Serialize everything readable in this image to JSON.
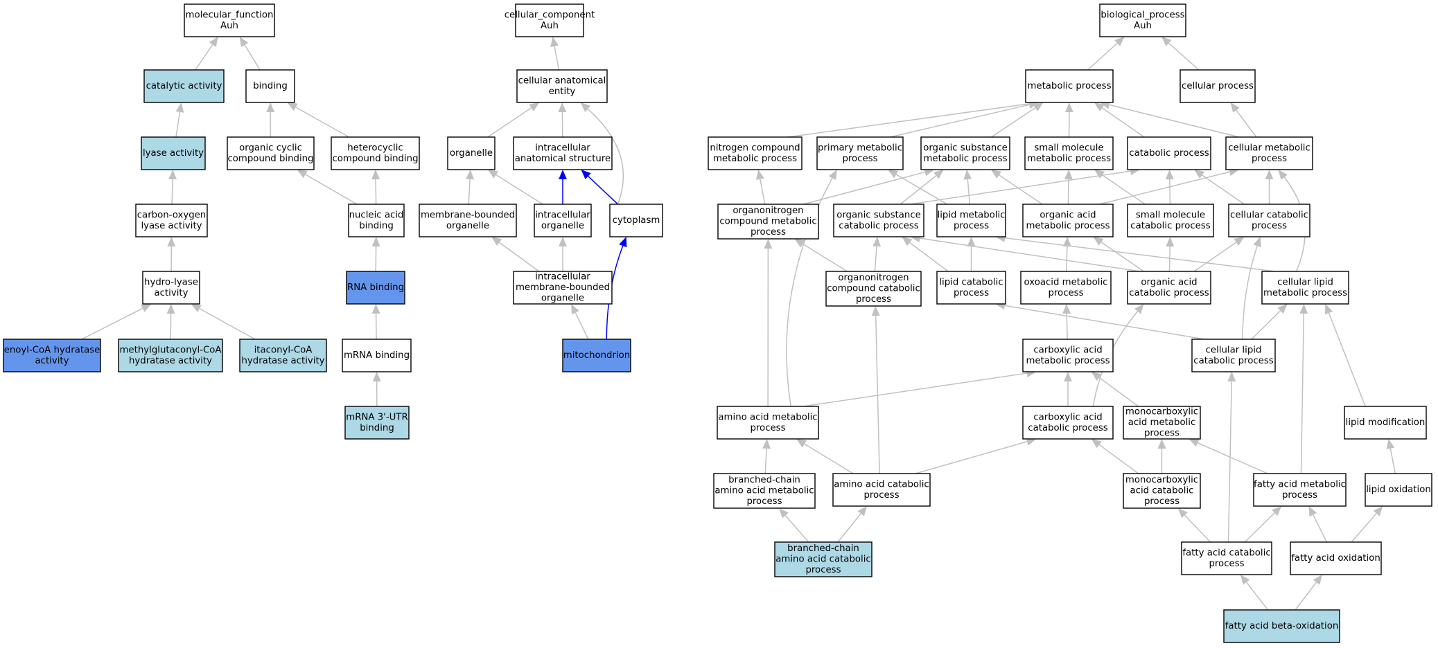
{
  "style": {
    "colors": {
      "white": "#ffffff",
      "light": "#add8e6",
      "blue": "#6495ed",
      "edge_gray": "#c0c0c0",
      "edge_blue": "#0000ff"
    }
  },
  "nodes": [
    {
      "id": "mf",
      "lines": [
        "molecular_function",
        "Auh"
      ],
      "fill": "white"
    },
    {
      "id": "catalytic",
      "lines": [
        "catalytic activity"
      ],
      "fill": "light"
    },
    {
      "id": "binding",
      "lines": [
        "binding"
      ],
      "fill": "white"
    },
    {
      "id": "lyase",
      "lines": [
        "lyase activity"
      ],
      "fill": "light"
    },
    {
      "id": "org_cyclic",
      "lines": [
        "organic cyclic",
        "compound binding"
      ],
      "fill": "white"
    },
    {
      "id": "hetero",
      "lines": [
        "heterocyclic",
        "compound binding"
      ],
      "fill": "white"
    },
    {
      "id": "co_lyase",
      "lines": [
        "carbon-oxygen",
        "lyase activity"
      ],
      "fill": "white"
    },
    {
      "id": "nucleic",
      "lines": [
        "nucleic acid",
        "binding"
      ],
      "fill": "white"
    },
    {
      "id": "hydro",
      "lines": [
        "hydro-lyase",
        "activity"
      ],
      "fill": "white"
    },
    {
      "id": "rna",
      "lines": [
        "RNA binding"
      ],
      "fill": "blue"
    },
    {
      "id": "enoyl",
      "lines": [
        "enoyl-CoA hydratase",
        "activity"
      ],
      "fill": "blue"
    },
    {
      "id": "methylglut",
      "lines": [
        "methylglutaconyl-CoA",
        "hydratase activity"
      ],
      "fill": "light"
    },
    {
      "id": "itaconyl",
      "lines": [
        "itaconyl-CoA",
        "hydratase activity"
      ],
      "fill": "light"
    },
    {
      "id": "mrna",
      "lines": [
        "mRNA binding"
      ],
      "fill": "white"
    },
    {
      "id": "mrna3",
      "lines": [
        "mRNA 3'-UTR",
        "binding"
      ],
      "fill": "light"
    },
    {
      "id": "cc",
      "lines": [
        "cellular_component",
        "Auh"
      ],
      "fill": "white"
    },
    {
      "id": "cae",
      "lines": [
        "cellular anatomical",
        "entity"
      ],
      "fill": "white"
    },
    {
      "id": "organelle",
      "lines": [
        "organelle"
      ],
      "fill": "white"
    },
    {
      "id": "ias",
      "lines": [
        "intracellular",
        "anatomical structure"
      ],
      "fill": "white"
    },
    {
      "id": "mbo",
      "lines": [
        "membrane-bounded",
        "organelle"
      ],
      "fill": "white"
    },
    {
      "id": "io",
      "lines": [
        "intracellular",
        "organelle"
      ],
      "fill": "white"
    },
    {
      "id": "cytoplasm",
      "lines": [
        "cytoplasm"
      ],
      "fill": "white"
    },
    {
      "id": "imbo",
      "lines": [
        "intracellular",
        "membrane-bounded",
        "organelle"
      ],
      "fill": "white"
    },
    {
      "id": "mito",
      "lines": [
        "mitochondrion"
      ],
      "fill": "blue"
    },
    {
      "id": "bp",
      "lines": [
        "biological_process",
        "Auh"
      ],
      "fill": "white"
    },
    {
      "id": "metab",
      "lines": [
        "metabolic process"
      ],
      "fill": "white"
    },
    {
      "id": "cellproc",
      "lines": [
        "cellular process"
      ],
      "fill": "white"
    },
    {
      "id": "ncmp",
      "lines": [
        "nitrogen compound",
        "metabolic process"
      ],
      "fill": "white"
    },
    {
      "id": "pmp",
      "lines": [
        "primary metabolic",
        "process"
      ],
      "fill": "white"
    },
    {
      "id": "osmp",
      "lines": [
        "organic substance",
        "metabolic process"
      ],
      "fill": "white"
    },
    {
      "id": "smmp",
      "lines": [
        "small molecule",
        "metabolic process"
      ],
      "fill": "white"
    },
    {
      "id": "catab",
      "lines": [
        "catabolic process"
      ],
      "fill": "white"
    },
    {
      "id": "cmp",
      "lines": [
        "cellular metabolic",
        "process"
      ],
      "fill": "white"
    },
    {
      "id": "oncmp",
      "lines": [
        "organonitrogen",
        "compound metabolic",
        "process"
      ],
      "fill": "white"
    },
    {
      "id": "oscp",
      "lines": [
        "organic substance",
        "catabolic process"
      ],
      "fill": "white"
    },
    {
      "id": "lmp",
      "lines": [
        "lipid metabolic",
        "process"
      ],
      "fill": "white"
    },
    {
      "id": "oamp",
      "lines": [
        "organic acid",
        "metabolic process"
      ],
      "fill": "white"
    },
    {
      "id": "smcp",
      "lines": [
        "small molecule",
        "catabolic process"
      ],
      "fill": "white"
    },
    {
      "id": "ccp",
      "lines": [
        "cellular catabolic",
        "process"
      ],
      "fill": "white"
    },
    {
      "id": "onccp",
      "lines": [
        "organonitrogen",
        "compound catabolic",
        "process"
      ],
      "fill": "white"
    },
    {
      "id": "lcp",
      "lines": [
        "lipid catabolic",
        "process"
      ],
      "fill": "white"
    },
    {
      "id": "oxmp",
      "lines": [
        "oxoacid metabolic",
        "process"
      ],
      "fill": "white"
    },
    {
      "id": "oacp",
      "lines": [
        "organic acid",
        "catabolic process"
      ],
      "fill": "white"
    },
    {
      "id": "clmp",
      "lines": [
        "cellular lipid",
        "metabolic process"
      ],
      "fill": "white"
    },
    {
      "id": "camp",
      "lines": [
        "carboxylic acid",
        "metabolic process"
      ],
      "fill": "white"
    },
    {
      "id": "clcp",
      "lines": [
        "cellular lipid",
        "catabolic process"
      ],
      "fill": "white"
    },
    {
      "id": "aamp",
      "lines": [
        "amino acid metabolic",
        "process"
      ],
      "fill": "white"
    },
    {
      "id": "cacp",
      "lines": [
        "carboxylic acid",
        "catabolic process"
      ],
      "fill": "white"
    },
    {
      "id": "mcamp",
      "lines": [
        "monocarboxylic",
        "acid metabolic",
        "process"
      ],
      "fill": "white"
    },
    {
      "id": "lmod",
      "lines": [
        "lipid modification"
      ],
      "fill": "white"
    },
    {
      "id": "bcaamp",
      "lines": [
        "branched-chain",
        "amino acid metabolic",
        "process"
      ],
      "fill": "white"
    },
    {
      "id": "aacp",
      "lines": [
        "amino acid catabolic",
        "process"
      ],
      "fill": "white"
    },
    {
      "id": "mcacp",
      "lines": [
        "monocarboxylic",
        "acid catabolic",
        "process"
      ],
      "fill": "white"
    },
    {
      "id": "famp",
      "lines": [
        "fatty acid metabolic",
        "process"
      ],
      "fill": "white"
    },
    {
      "id": "lox",
      "lines": [
        "lipid oxidation"
      ],
      "fill": "white"
    },
    {
      "id": "bcaacp",
      "lines": [
        "branched-chain",
        "amino acid catabolic",
        "process"
      ],
      "fill": "light"
    },
    {
      "id": "facp",
      "lines": [
        "fatty acid catabolic",
        "process"
      ],
      "fill": "white"
    },
    {
      "id": "fao",
      "lines": [
        "fatty acid oxidation"
      ],
      "fill": "white"
    },
    {
      "id": "fabo",
      "lines": [
        "fatty acid beta-oxidation"
      ],
      "fill": "light"
    }
  ],
  "edges": [
    {
      "from": "catalytic",
      "to": "mf",
      "color": "gray"
    },
    {
      "from": "binding",
      "to": "mf",
      "color": "gray"
    },
    {
      "from": "lyase",
      "to": "catalytic",
      "color": "gray"
    },
    {
      "from": "org_cyclic",
      "to": "binding",
      "color": "gray"
    },
    {
      "from": "hetero",
      "to": "binding",
      "color": "gray"
    },
    {
      "from": "co_lyase",
      "to": "lyase",
      "color": "gray"
    },
    {
      "from": "nucleic",
      "to": "org_cyclic",
      "color": "gray"
    },
    {
      "from": "nucleic",
      "to": "hetero",
      "color": "gray"
    },
    {
      "from": "hydro",
      "to": "co_lyase",
      "color": "gray"
    },
    {
      "from": "rna",
      "to": "nucleic",
      "color": "gray"
    },
    {
      "from": "enoyl",
      "to": "hydro",
      "color": "gray"
    },
    {
      "from": "methylglut",
      "to": "hydro",
      "color": "gray"
    },
    {
      "from": "itaconyl",
      "to": "hydro",
      "color": "gray"
    },
    {
      "from": "mrna",
      "to": "rna",
      "color": "gray"
    },
    {
      "from": "mrna3",
      "to": "mrna",
      "color": "gray"
    },
    {
      "from": "cae",
      "to": "cc",
      "color": "gray"
    },
    {
      "from": "organelle",
      "to": "cae",
      "color": "gray"
    },
    {
      "from": "ias",
      "to": "cae",
      "color": "gray"
    },
    {
      "from": "cytoplasm",
      "to": "cae",
      "color": "gray",
      "curve": true
    },
    {
      "from": "mbo",
      "to": "organelle",
      "color": "gray"
    },
    {
      "from": "io",
      "to": "organelle",
      "color": "gray"
    },
    {
      "from": "io",
      "to": "ias",
      "color": "blue"
    },
    {
      "from": "cytoplasm",
      "to": "ias",
      "color": "blue"
    },
    {
      "from": "imbo",
      "to": "mbo",
      "color": "gray"
    },
    {
      "from": "imbo",
      "to": "io",
      "color": "gray"
    },
    {
      "from": "mito",
      "to": "imbo",
      "color": "gray"
    },
    {
      "from": "mito",
      "to": "cytoplasm",
      "color": "blue",
      "curve": true
    },
    {
      "from": "metab",
      "to": "bp",
      "color": "gray"
    },
    {
      "from": "cellproc",
      "to": "bp",
      "color": "gray"
    },
    {
      "from": "ncmp",
      "to": "metab",
      "color": "gray"
    },
    {
      "from": "pmp",
      "to": "metab",
      "color": "gray"
    },
    {
      "from": "osmp",
      "to": "metab",
      "color": "gray"
    },
    {
      "from": "smmp",
      "to": "metab",
      "color": "gray"
    },
    {
      "from": "catab",
      "to": "metab",
      "color": "gray"
    },
    {
      "from": "cmp",
      "to": "metab",
      "color": "gray"
    },
    {
      "from": "cmp",
      "to": "cellproc",
      "color": "gray"
    },
    {
      "from": "oncmp",
      "to": "ncmp",
      "color": "gray"
    },
    {
      "from": "oncmp",
      "to": "osmp",
      "color": "gray"
    },
    {
      "from": "oscp",
      "to": "osmp",
      "color": "gray"
    },
    {
      "from": "oscp",
      "to": "catab",
      "color": "gray"
    },
    {
      "from": "lmp",
      "to": "pmp",
      "color": "gray"
    },
    {
      "from": "lmp",
      "to": "osmp",
      "color": "gray"
    },
    {
      "from": "oamp",
      "to": "osmp",
      "color": "gray"
    },
    {
      "from": "oamp",
      "to": "smmp",
      "color": "gray"
    },
    {
      "from": "smcp",
      "to": "smmp",
      "color": "gray"
    },
    {
      "from": "smcp",
      "to": "catab",
      "color": "gray"
    },
    {
      "from": "ccp",
      "to": "catab",
      "color": "gray"
    },
    {
      "from": "ccp",
      "to": "cmp",
      "color": "gray"
    },
    {
      "from": "oamp",
      "to": "cmp",
      "color": "gray"
    },
    {
      "from": "onccp",
      "to": "oncmp",
      "color": "gray"
    },
    {
      "from": "onccp",
      "to": "oscp",
      "color": "gray"
    },
    {
      "from": "lcp",
      "to": "lmp",
      "color": "gray"
    },
    {
      "from": "lcp",
      "to": "oscp",
      "color": "gray"
    },
    {
      "from": "oxmp",
      "to": "oamp",
      "color": "gray"
    },
    {
      "from": "oacp",
      "to": "oamp",
      "color": "gray"
    },
    {
      "from": "oacp",
      "to": "smcp",
      "color": "gray"
    },
    {
      "from": "oacp",
      "to": "ccp",
      "color": "gray"
    },
    {
      "from": "oacp",
      "to": "oscp",
      "color": "gray"
    },
    {
      "from": "clmp",
      "to": "lmp",
      "color": "gray"
    },
    {
      "from": "clmp",
      "to": "cmp",
      "color": "gray",
      "curve": true
    },
    {
      "from": "camp",
      "to": "oxmp",
      "color": "gray"
    },
    {
      "from": "clcp",
      "to": "lcp",
      "color": "gray"
    },
    {
      "from": "clcp",
      "to": "ccp",
      "color": "gray",
      "curve": true
    },
    {
      "from": "clcp",
      "to": "clmp",
      "color": "gray"
    },
    {
      "from": "aamp",
      "to": "oncmp",
      "color": "gray"
    },
    {
      "from": "aamp",
      "to": "camp",
      "color": "gray"
    },
    {
      "from": "aamp",
      "to": "pmp",
      "color": "gray",
      "curve": true
    },
    {
      "from": "cacp",
      "to": "camp",
      "color": "gray"
    },
    {
      "from": "cacp",
      "to": "oacp",
      "color": "gray",
      "curve": true
    },
    {
      "from": "mcamp",
      "to": "camp",
      "color": "gray"
    },
    {
      "from": "lmod",
      "to": "clmp",
      "color": "gray"
    },
    {
      "from": "bcaamp",
      "to": "aamp",
      "color": "gray"
    },
    {
      "from": "aacp",
      "to": "aamp",
      "color": "gray"
    },
    {
      "from": "aacp",
      "to": "cacp",
      "color": "gray"
    },
    {
      "from": "aacp",
      "to": "onccp",
      "color": "gray"
    },
    {
      "from": "mcacp",
      "to": "mcamp",
      "color": "gray"
    },
    {
      "from": "mcacp",
      "to": "cacp",
      "color": "gray"
    },
    {
      "from": "famp",
      "to": "mcamp",
      "color": "gray"
    },
    {
      "from": "famp",
      "to": "clmp",
      "color": "gray"
    },
    {
      "from": "lox",
      "to": "lmod",
      "color": "gray"
    },
    {
      "from": "bcaacp",
      "to": "bcaamp",
      "color": "gray"
    },
    {
      "from": "bcaacp",
      "to": "aacp",
      "color": "gray"
    },
    {
      "from": "facp",
      "to": "mcacp",
      "color": "gray"
    },
    {
      "from": "facp",
      "to": "famp",
      "color": "gray"
    },
    {
      "from": "facp",
      "to": "clcp",
      "color": "gray"
    },
    {
      "from": "fao",
      "to": "famp",
      "color": "gray"
    },
    {
      "from": "fao",
      "to": "lox",
      "color": "gray"
    },
    {
      "from": "fabo",
      "to": "facp",
      "color": "gray"
    },
    {
      "from": "fabo",
      "to": "fao",
      "color": "gray"
    }
  ]
}
